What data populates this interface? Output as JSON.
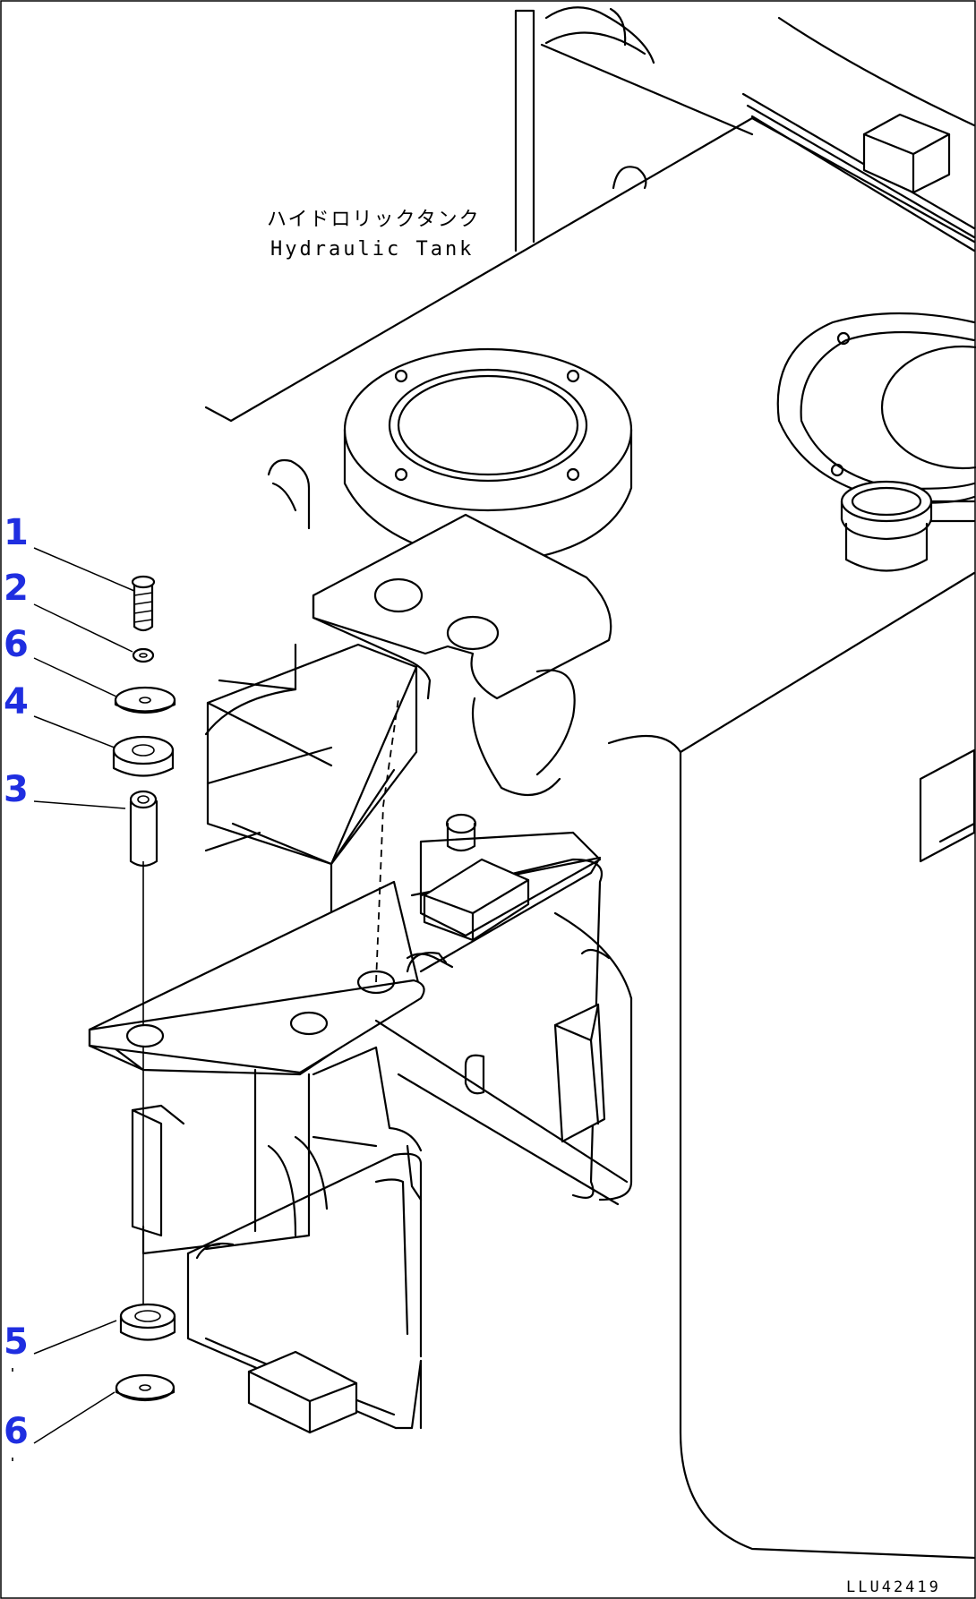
{
  "tank_label": {
    "japanese": "ハイドロリックタンク",
    "english": "Hydraulic Tank"
  },
  "callouts": [
    "1",
    "2",
    "6",
    "4",
    "3",
    "5",
    "6"
  ],
  "drawing_code": "LLU42419",
  "colors": {
    "line": "#000000",
    "callout": "#1f2ee0",
    "background": "#ffffff"
  }
}
